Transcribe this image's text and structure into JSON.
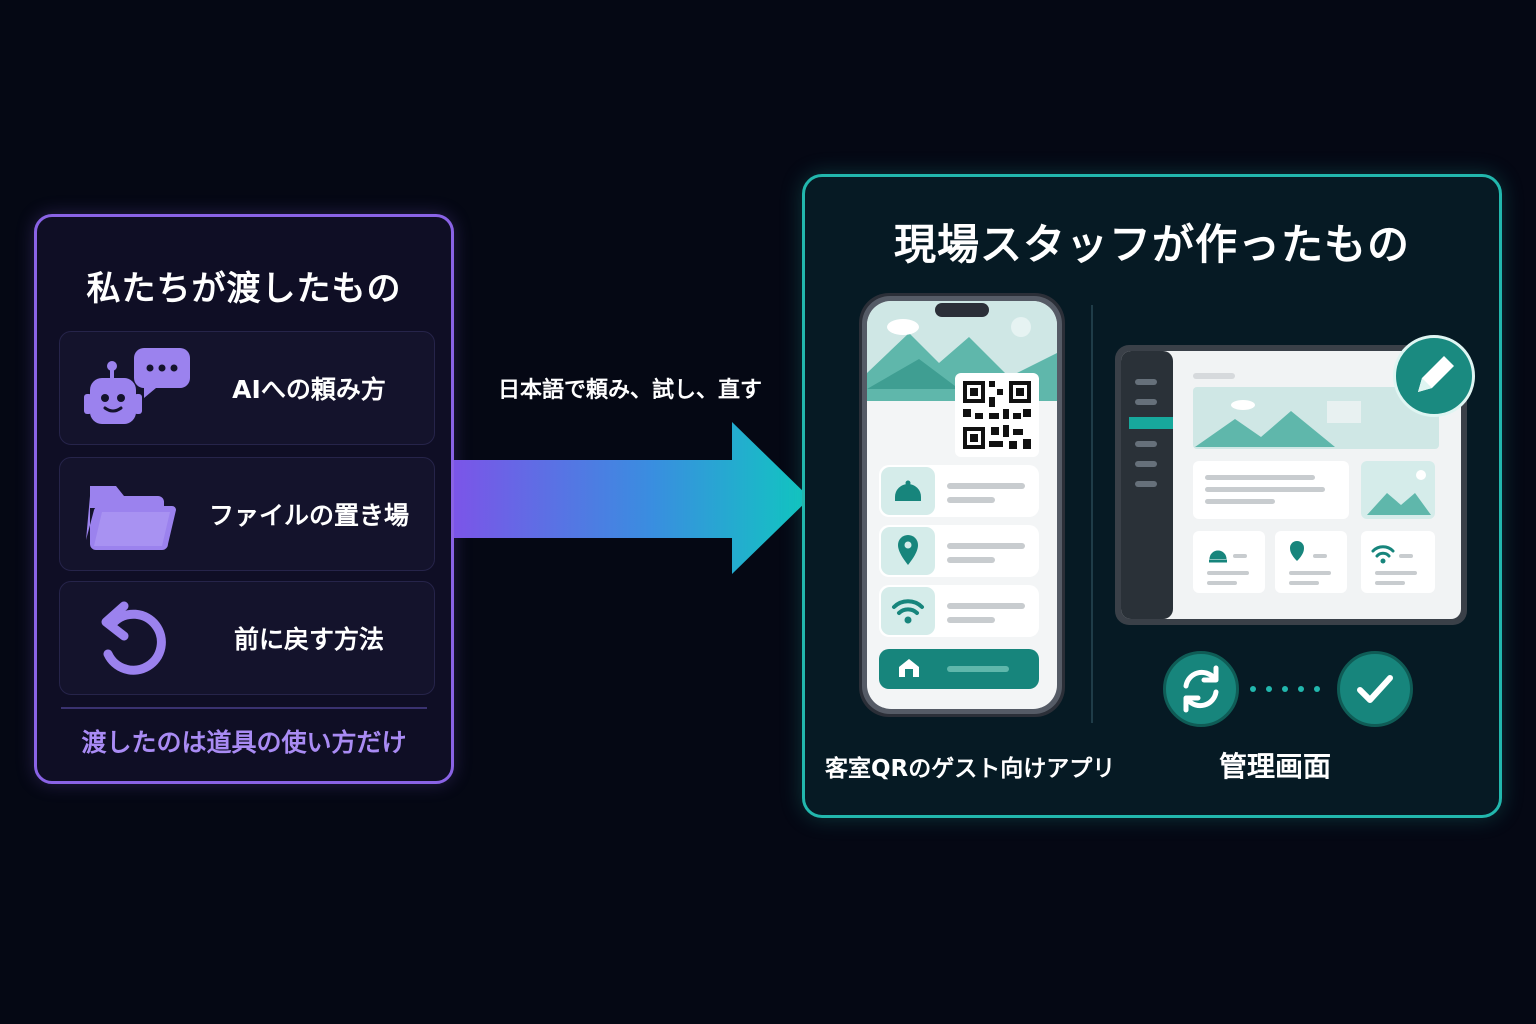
{
  "left_panel": {
    "title": "私たちが渡したもの",
    "items": [
      {
        "label": "AIへの頼み方",
        "icon": "robot-chat-icon"
      },
      {
        "label": "ファイルの置き場",
        "icon": "folder-icon"
      },
      {
        "label": "前に戻す方法",
        "icon": "undo-icon"
      }
    ],
    "footer": "渡したのは道具の使い方だけ"
  },
  "arrow": {
    "label": "日本語で頼み、試し、直す"
  },
  "right_panel": {
    "title": "現場スタッフが作ったもの",
    "phone_caption": "客室QRのゲスト向けアプリ",
    "admin_caption": "管理画面"
  },
  "colors": {
    "background": "#050814",
    "left_accent": "#8a63e6",
    "right_accent": "#22b7ad",
    "icon_purple": "#9b82ee",
    "teal": "#17857c"
  }
}
